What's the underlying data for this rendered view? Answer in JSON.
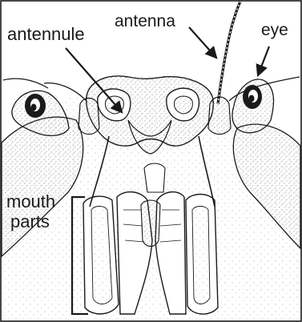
{
  "labels": {
    "antennule": "antennule",
    "antenna": "antenna",
    "eye": "eye",
    "mouth": "mouth",
    "parts": "parts"
  },
  "colors": {
    "ink": "#1a1a1a",
    "stipple": "#6d6d6d",
    "background": "#ffffff"
  }
}
